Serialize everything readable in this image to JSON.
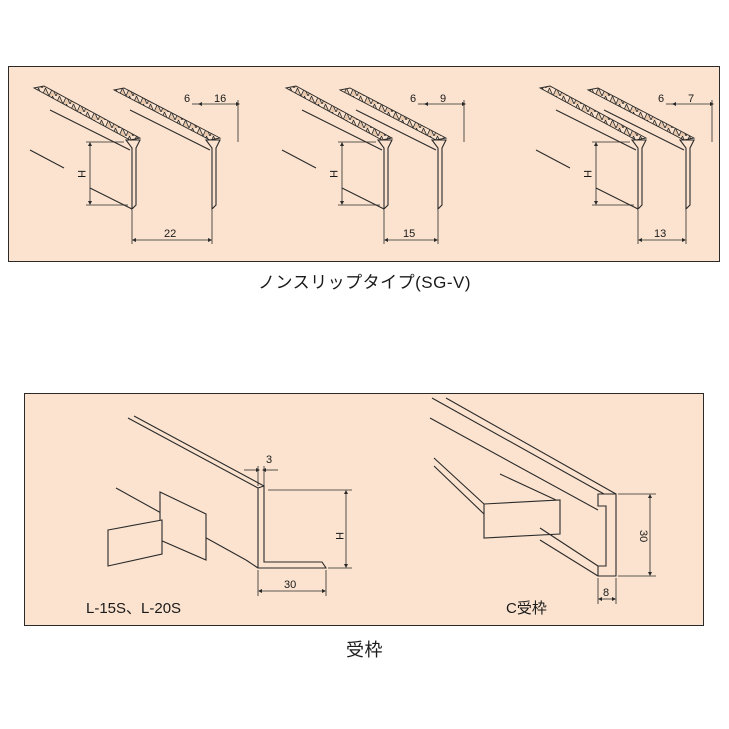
{
  "grating": {
    "caption": "ノンスリップタイプ(SG-V)",
    "variants": [
      {
        "top_a": "6",
        "top_b": "16",
        "height": "H",
        "pitch": "22"
      },
      {
        "top_a": "6",
        "top_b": "9",
        "height": "H",
        "pitch": "15"
      },
      {
        "top_a": "6",
        "top_b": "7",
        "height": "H",
        "pitch": "13"
      }
    ]
  },
  "frame": {
    "caption": "受枠",
    "l_type": {
      "label": "L-15S、L-20S",
      "thickness": "3",
      "height": "H",
      "width": "30"
    },
    "c_type": {
      "label": "C受枠",
      "height": "30",
      "width": "8"
    }
  }
}
